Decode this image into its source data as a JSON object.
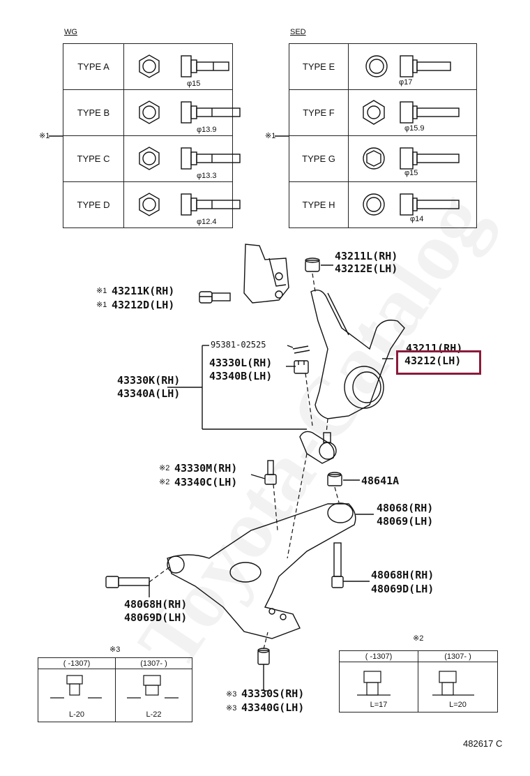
{
  "groups": {
    "left": "WG",
    "right": "SED"
  },
  "note_mark": "※1",
  "tables": {
    "wg": [
      {
        "type": "TYPE A",
        "dim": "φ15"
      },
      {
        "type": "TYPE B",
        "dim": "φ13.9"
      },
      {
        "type": "TYPE C",
        "dim": "φ13.3"
      },
      {
        "type": "TYPE D",
        "dim": "φ12.4"
      }
    ],
    "sed": [
      {
        "type": "TYPE E",
        "dim": "φ17"
      },
      {
        "type": "TYPE F",
        "dim": "φ15.9"
      },
      {
        "type": "TYPE G",
        "dim": "φ15"
      },
      {
        "type": "TYPE H",
        "dim": "φ14"
      }
    ]
  },
  "parts": {
    "p43211L": "43211L(RH)",
    "p43212E": "43212E(LH)",
    "p43211K": "43211K(RH)",
    "p43212D": "43212D(LH)",
    "p95381": "95381-02525",
    "p43330L": "43330L(RH)",
    "p43340B": "43340B(LH)",
    "p43330K": "43330K(RH)",
    "p43340A": "43340A(LH)",
    "p43211": "43211(RH)",
    "p43212": "43212(LH)",
    "p43330M": "43330M(RH)",
    "p43340C": "43340C(LH)",
    "p48641A": "48641A",
    "p48068": "48068(RH)",
    "p48069": "48069(LH)",
    "p48068H_r": "48068H(RH)",
    "p48069D_r": "48069D(LH)",
    "p48068H_l": "48068H(RH)",
    "p48069D_l": "48069D(LH)",
    "p43330S": "43330S(RH)",
    "p43340G": "43340G(LH)"
  },
  "marks": {
    "m1": "※1",
    "m2": "※2",
    "m3": "※3"
  },
  "bolt_tables": {
    "left": {
      "mark": "※3",
      "h1": "(    -1307)",
      "h2": "(1307-      )",
      "l1": "L-20",
      "l2": "L-22"
    },
    "right": {
      "mark": "※2",
      "h1": "(    -1307)",
      "h2": "(1307-      )",
      "l1": "L=17",
      "l2": "L=20"
    }
  },
  "ref_code": "482617 C",
  "watermark": "Toyota-Catalog",
  "colors": {
    "highlight": "#8b1a3a",
    "ink": "#111111"
  }
}
